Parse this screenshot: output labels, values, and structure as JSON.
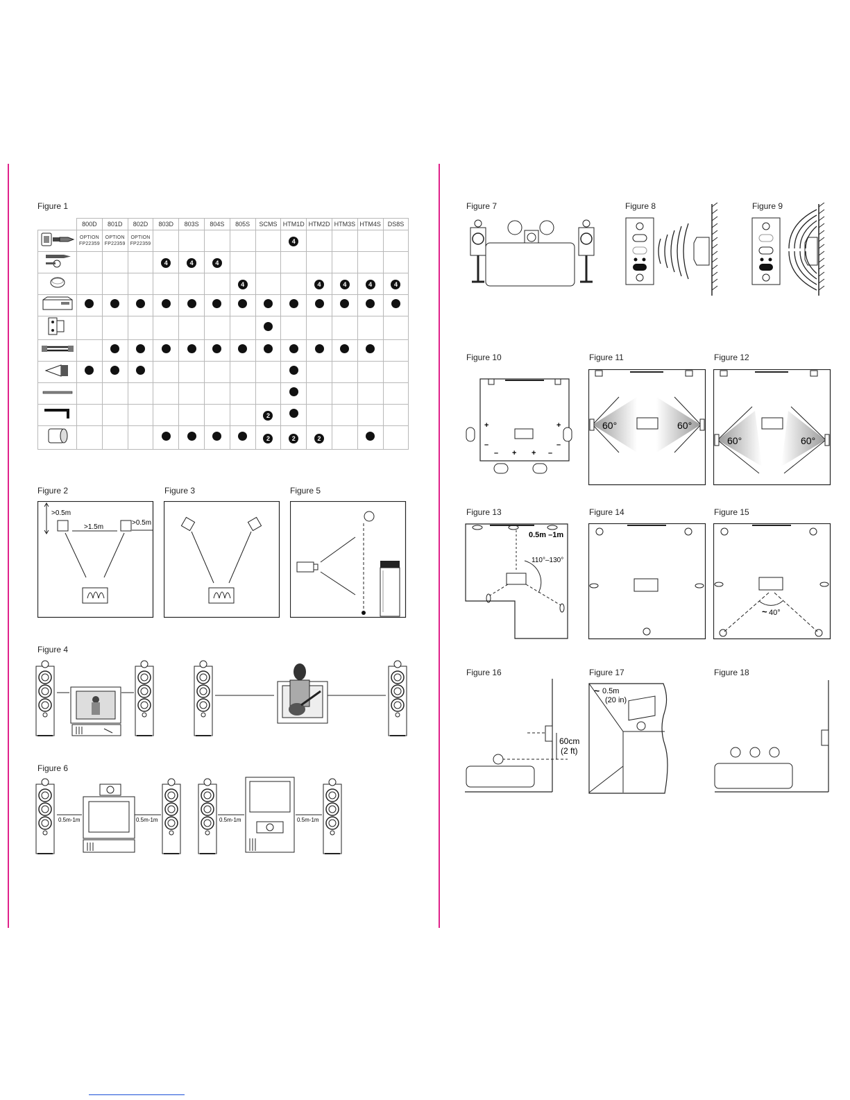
{
  "figures": {
    "f1": "Figure 1",
    "f2": "Figure 2",
    "f3": "Figure 3",
    "f4": "Figure 4",
    "f5": "Figure 5",
    "f6": "Figure 6",
    "f7": "Figure 7",
    "f8": "Figure 8",
    "f9": "Figure 9",
    "f10": "Figure 10",
    "f11": "Figure 11",
    "f12": "Figure 12",
    "f13": "Figure 13",
    "f14": "Figure 14",
    "f15": "Figure 15",
    "f16": "Figure 16",
    "f17": "Figure 17",
    "f18": "Figure 18"
  },
  "table": {
    "columns": [
      "800D",
      "801D",
      "802D",
      "803D",
      "803S",
      "804S",
      "805S",
      "SCMS",
      "HTM1D",
      "HTM2D",
      "HTM3S",
      "HTM4S",
      "DS8S"
    ],
    "option_line1": "OPTION",
    "option_line2": "FP22359",
    "rows": [
      {
        "icon": "spike-kit-icon",
        "cells": [
          "opt",
          "opt",
          "opt",
          "",
          "",
          "",
          "",
          "",
          "4",
          "",
          "",
          "",
          ""
        ]
      },
      {
        "icon": "spike-screw-icon",
        "cells": [
          "",
          "",
          "",
          "4",
          "4",
          "4",
          "",
          "",
          "",
          "",
          "",
          "",
          ""
        ]
      },
      {
        "icon": "rubber-foot-icon",
        "cells": [
          "",
          "",
          "",
          "",
          "",
          "",
          "4",
          "",
          "",
          "4",
          "4",
          "4",
          "4"
        ]
      },
      {
        "icon": "manual-box-icon",
        "cells": [
          "d",
          "d",
          "d",
          "d",
          "d",
          "d",
          "d",
          "d",
          "d",
          "d",
          "d",
          "d",
          "d"
        ]
      },
      {
        "icon": "wall-bracket-icon",
        "cells": [
          "",
          "",
          "",
          "",
          "",
          "",
          "",
          "d",
          "",
          "",
          "",
          "",
          ""
        ]
      },
      {
        "icon": "jumper-cable-icon",
        "cells": [
          "",
          "d",
          "d",
          "d",
          "d",
          "d",
          "d",
          "d",
          "d",
          "d",
          "d",
          "d",
          ""
        ]
      },
      {
        "icon": "cone-foot-icon",
        "cells": [
          "d",
          "d",
          "d",
          "",
          "",
          "",
          "",
          "",
          "d",
          "",
          "",
          "",
          ""
        ]
      },
      {
        "icon": "rod-icon",
        "cells": [
          "",
          "",
          "",
          "",
          "",
          "",
          "",
          "",
          "d",
          "",
          "",
          "",
          ""
        ]
      },
      {
        "icon": "hex-key-icon",
        "cells": [
          "",
          "",
          "",
          "",
          "",
          "",
          "",
          "2",
          "d",
          "",
          "",
          "",
          ""
        ]
      },
      {
        "icon": "foam-bung-icon",
        "cells": [
          "",
          "",
          "",
          "d",
          "d",
          "d",
          "d",
          "2",
          "2",
          "2",
          "",
          "d",
          ""
        ]
      }
    ]
  },
  "fig2": {
    "top": ">0.5m",
    "mid": ">1.5m",
    "side": ">0.5m"
  },
  "fig6": {
    "d1": "0.5m-1m",
    "d2": "0.5m-1m",
    "d3": "0.5m-1m",
    "d4": "0.5m-1m"
  },
  "fig11": {
    "a1": "60°",
    "a2": "60°"
  },
  "fig12": {
    "a1": "60°",
    "a2": "60°"
  },
  "fig13": {
    "dist": "0.5m –1m",
    "angle": "110°–130°"
  },
  "fig15": {
    "angle": "40°"
  },
  "fig16": {
    "h1": "60cm",
    "h2": "(2 ft)"
  },
  "fig17": {
    "d1": "0.5m",
    "d2": "(20 in)"
  }
}
